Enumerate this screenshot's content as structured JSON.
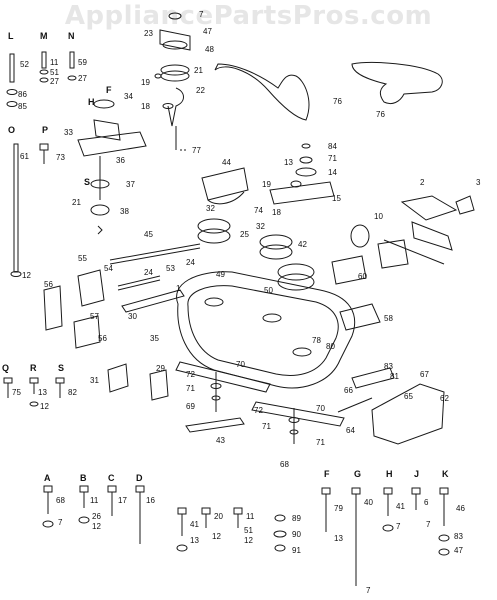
{
  "watermark": "AppliancePartsPros.com",
  "callouts": {
    "c7": "7",
    "c23": "23",
    "c47": "47",
    "c48": "48",
    "c21": "21",
    "c19": "19",
    "c22": "22",
    "c18": "18",
    "c77": "77",
    "c76": "76",
    "c76b": "76",
    "hL": "L",
    "hM": "M",
    "hN": "N",
    "c52": "52",
    "c11": "11",
    "c59": "59",
    "c51": "51",
    "c27a": "27",
    "c27b": "27",
    "c86": "86",
    "c85": "85",
    "hH": "H",
    "c34": "34",
    "hF": "F",
    "c33": "33",
    "hO": "O",
    "hP": "P",
    "c61": "61",
    "c73": "73",
    "c36": "36",
    "hS": "S",
    "c37": "37",
    "c21b": "21",
    "c38": "38",
    "c12": "12",
    "c44": "44",
    "c84": "84",
    "c13": "13",
    "c71": "71",
    "c14": "14",
    "c19b": "19",
    "c15": "15",
    "c74": "74",
    "c18b": "18",
    "c2": "2",
    "c3": "3",
    "c10": "10",
    "c32": "32",
    "c25": "25",
    "c32b": "32",
    "c42": "42",
    "c45": "45",
    "c55": "55",
    "c54": "54",
    "c53": "53",
    "c24": "24",
    "c24b": "24",
    "c49": "49",
    "c50": "50",
    "c60": "60",
    "c30": "30",
    "c57": "57",
    "c56": "56",
    "c56b": "56",
    "c1": "1",
    "c58": "58",
    "c35": "35",
    "c78": "78",
    "c80": "80",
    "c83": "83",
    "c81": "81",
    "c67": "67",
    "c62": "62",
    "c66": "66",
    "c65": "65",
    "c64": "64",
    "c70": "70",
    "c72": "72",
    "c71b": "71",
    "c69": "69",
    "c43": "43",
    "c72b": "72",
    "c70b": "70",
    "c71c": "71",
    "c71d": "71",
    "c68": "68",
    "c31": "31",
    "c29": "29",
    "hQ": "Q",
    "hR": "R",
    "hS2": "S",
    "c75": "75",
    "c12b": "12",
    "c82": "82",
    "c13b": "13",
    "hA": "A",
    "hB": "B",
    "hC": "C",
    "hD": "D",
    "c68b": "68",
    "c11b": "11",
    "c17": "17",
    "c16": "16",
    "c7b": "7",
    "c26": "26",
    "c12c": "12",
    "c41": "41",
    "c20": "20",
    "c11c": "11",
    "c89": "89",
    "c13c": "13",
    "c12d": "12",
    "c51b": "51",
    "c12e": "12",
    "c90": "90",
    "c91": "91",
    "hF2": "F",
    "hG": "G",
    "hH2": "H",
    "hJ": "J",
    "hK": "K",
    "c79": "79",
    "c40": "40",
    "c41b": "41",
    "c6": "6",
    "c46": "46",
    "c13d": "13",
    "c7c": "7",
    "c7d": "7",
    "c83b": "83",
    "c47b": "47",
    "c7e": "7"
  }
}
